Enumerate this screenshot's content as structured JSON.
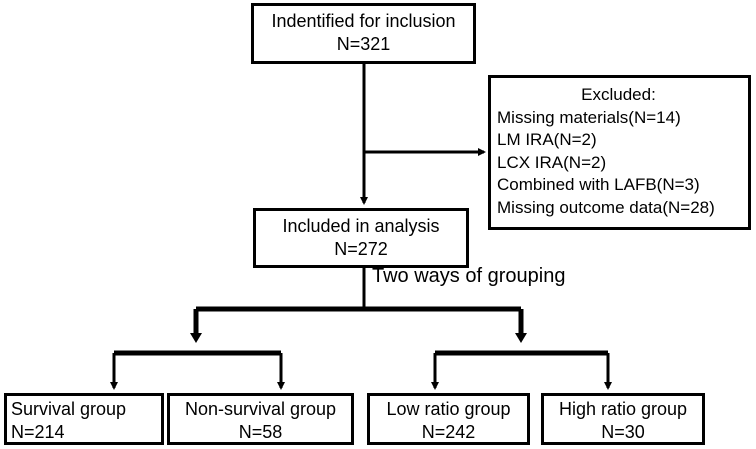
{
  "flow": {
    "identified": {
      "title": "Indentified for inclusion",
      "count": "N=321"
    },
    "excluded": {
      "title": "Excluded:",
      "items": [
        "Missing materials(N=14)",
        "LM IRA(N=2)",
        "LCX IRA(N=2)",
        "Combined with LAFB(N=3)",
        "Missing outcome data(N=28)"
      ]
    },
    "included": {
      "title": "Included in analysis",
      "count": "N=272"
    },
    "grouping_label": "Two ways of grouping",
    "groups": [
      {
        "title": "Survival group",
        "count": "N=214"
      },
      {
        "title": "Non-survival group",
        "count": "N=58"
      },
      {
        "title": "Low ratio group",
        "count": "N=242"
      },
      {
        "title": "High ratio group",
        "count": "N=30"
      }
    ]
  }
}
